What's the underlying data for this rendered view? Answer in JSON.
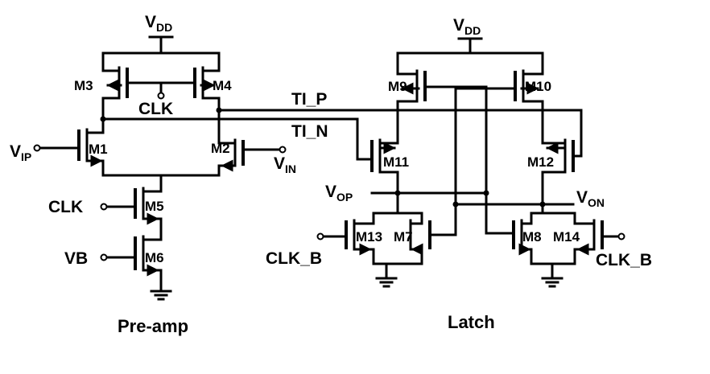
{
  "supply": {
    "vdd_main": "V",
    "vdd_sub": "DD"
  },
  "ground_symbol": "ground-icon",
  "preamp": {
    "title": "Pre-amp",
    "devices": {
      "m1": "M1",
      "m2": "M2",
      "m3": "M3",
      "m4": "M4",
      "m5": "M5",
      "m6": "M6"
    },
    "clk": "CLK",
    "clk_tail": "CLK",
    "vb": "VB",
    "vip_main": "V",
    "vip_sub": "IP",
    "vin_main": "V",
    "vin_sub": "IN"
  },
  "nets": {
    "ti_p": "TI_P",
    "ti_n": "TI_N"
  },
  "latch": {
    "title": "Latch",
    "devices": {
      "m7": "M7",
      "m8": "M8",
      "m9": "M9",
      "m10": "M10",
      "m11": "M11",
      "m12": "M12",
      "m13": "M13",
      "m14": "M14"
    },
    "vop_main": "V",
    "vop_sub": "OP",
    "von_main": "V",
    "von_sub": "ON",
    "clk_b_left": "CLK_B",
    "clk_b_right": "CLK_B"
  }
}
